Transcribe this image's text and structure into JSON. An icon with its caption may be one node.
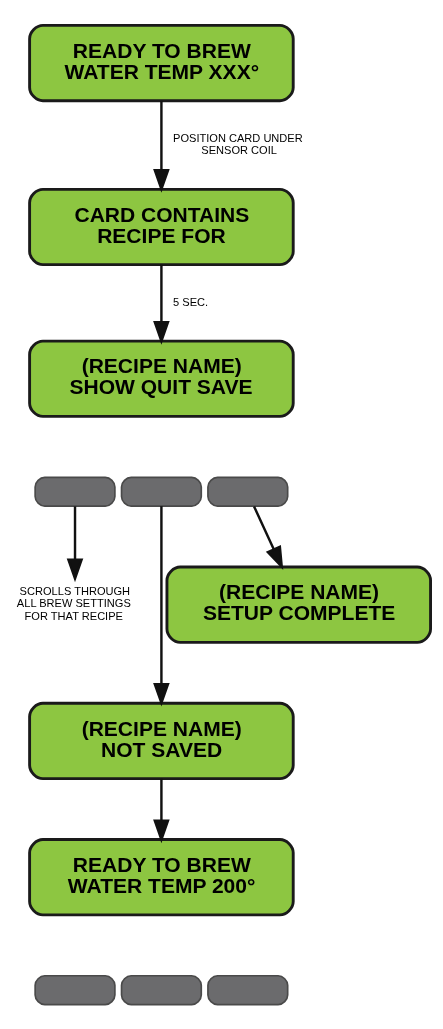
{
  "diagram": {
    "nodes": [
      {
        "text": [
          "READY TO BREW",
          "WATER TEMP XXX°"
        ]
      },
      {
        "text": [
          "CARD CONTAINS",
          "RECIPE FOR"
        ]
      },
      {
        "text": [
          "(RECIPE NAME)",
          "SHOW QUIT SAVE"
        ]
      },
      {
        "text": [],
        "shape": "box"
      },
      {
        "text": [],
        "shape": "box"
      },
      {
        "text": [],
        "shape": "box"
      },
      {
        "text": [
          "SCROLLS THROUGH ALL BREW SETTINGS FOR THAT RECIPE"
        ]
      },
      {
        "text": [
          "(RECIPE NAME)",
          "SETUP COMPLETE"
        ]
      },
      {
        "text": [
          "(RECIPE NAME)",
          "NOT SAVED"
        ]
      },
      {
        "text": [
          "READY TO BREW",
          "WATER TEMP 200°"
        ]
      },
      {
        "text": [],
        "shape": "box"
      },
      {
        "text": [],
        "shape": "box"
      },
      {
        "text": [],
        "shape": "box"
      }
    ],
    "edges": [
      {
        "from": 0,
        "to": 1,
        "arrow": "to",
        "label": "POSITION CARD UNDER SENSOR COIL"
      },
      {
        "from": 1,
        "to": 2,
        "arrow": "to",
        "label": "5 SEC."
      },
      {
        "from": 3,
        "to": 6,
        "arrow": "to"
      },
      {
        "from": 5,
        "to": 7,
        "arrow": "to"
      },
      {
        "from": 4,
        "to": 8,
        "arrow": "to"
      },
      {
        "from": 8,
        "to": 9,
        "arrow": "to"
      }
    ]
  }
}
